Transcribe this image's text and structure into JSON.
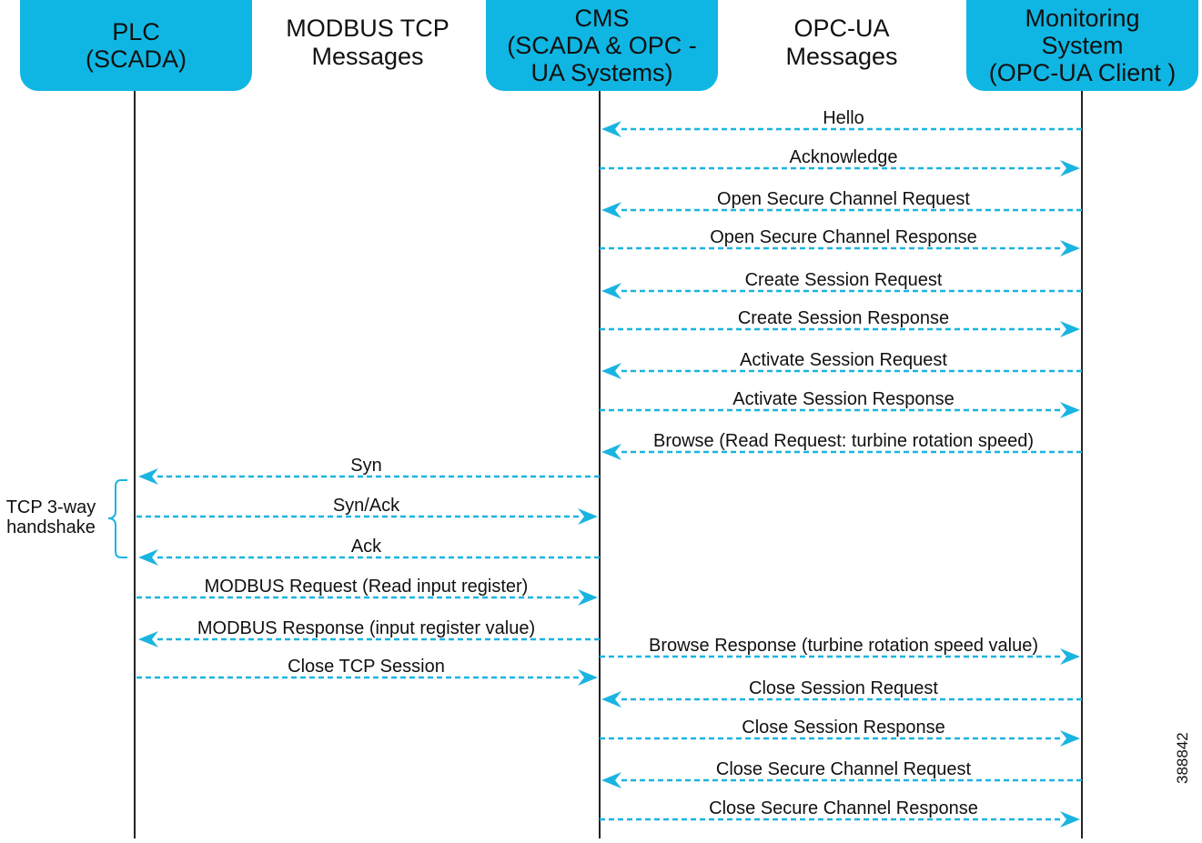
{
  "actors": {
    "plc": "PLC\n(SCADA)",
    "cms": "CMS\n(SCADA & OPC -\nUA Systems)",
    "monitor": "Monitoring\nSystem\n(OPC-UA Client )"
  },
  "channels": {
    "modbus": "MODBUS TCP\nMessages",
    "opcua": "OPC-UA\nMessages"
  },
  "group": {
    "label": "TCP 3-way\nhandshake"
  },
  "figure_id": "388842",
  "colors": {
    "actor_fill": "#0fb6e3",
    "arrow": "#1ab4e0",
    "lifeline": "#222222"
  },
  "messages": [
    {
      "text": "Hello",
      "from": "monitor",
      "to": "cms"
    },
    {
      "text": "Acknowledge",
      "from": "cms",
      "to": "monitor"
    },
    {
      "text": "Open Secure Channel Request",
      "from": "monitor",
      "to": "cms"
    },
    {
      "text": "Open Secure Channel Response",
      "from": "cms",
      "to": "monitor"
    },
    {
      "text": "Create Session Request",
      "from": "monitor",
      "to": "cms"
    },
    {
      "text": "Create Session Response",
      "from": "cms",
      "to": "monitor"
    },
    {
      "text": "Activate Session Request",
      "from": "monitor",
      "to": "cms"
    },
    {
      "text": "Activate Session Response",
      "from": "cms",
      "to": "monitor"
    },
    {
      "text": "Browse (Read Request: turbine rotation speed)",
      "from": "monitor",
      "to": "cms"
    },
    {
      "text": "Syn",
      "from": "cms",
      "to": "plc"
    },
    {
      "text": "Syn/Ack",
      "from": "plc",
      "to": "cms"
    },
    {
      "text": "Ack",
      "from": "cms",
      "to": "plc"
    },
    {
      "text": "MODBUS Request (Read input register)",
      "from": "plc",
      "to": "cms"
    },
    {
      "text": "MODBUS Response (input register value)",
      "from": "cms",
      "to": "plc"
    },
    {
      "text": "Browse Response (turbine rotation speed value)",
      "from": "cms",
      "to": "monitor"
    },
    {
      "text": "Close TCP Session",
      "from": "plc",
      "to": "cms"
    },
    {
      "text": "Close Session Request",
      "from": "monitor",
      "to": "cms"
    },
    {
      "text": "Close Session Response",
      "from": "cms",
      "to": "monitor"
    },
    {
      "text": "Close Secure Channel Request",
      "from": "monitor",
      "to": "cms"
    },
    {
      "text": "Close Secure Channel Response",
      "from": "cms",
      "to": "monitor"
    }
  ]
}
